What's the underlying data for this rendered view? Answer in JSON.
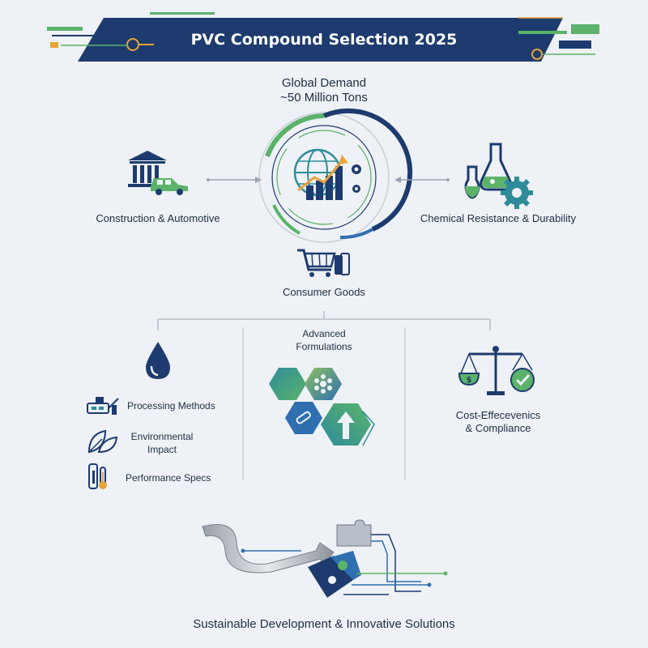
{
  "header": {
    "title": "PVC Compound Selection 2025"
  },
  "center": {
    "line1": "Global Demand",
    "line2": "~50 Million Tons"
  },
  "nodes": {
    "left": "Construction & Automotive",
    "right": "Chemical Resistance & Durability",
    "bottom": "Consumer Goods"
  },
  "panels": {
    "left_items": [
      "Processing Methods",
      "Environmental",
      "Impact",
      "Performance Specs"
    ],
    "middle_title_1": "Advanced",
    "middle_title_2": "Formulations",
    "right_title_1": "Cost-Effecevenics",
    "right_title_2": "& Compliance"
  },
  "footer": "Sustainable Development & Innovative Solutions",
  "colors": {
    "navy": "#1d3b6e",
    "green": "#5bb36a",
    "teal": "#2e8c9a",
    "blue": "#2f6fb0",
    "orange": "#e8a33a",
    "bg": "#eef1f5"
  }
}
